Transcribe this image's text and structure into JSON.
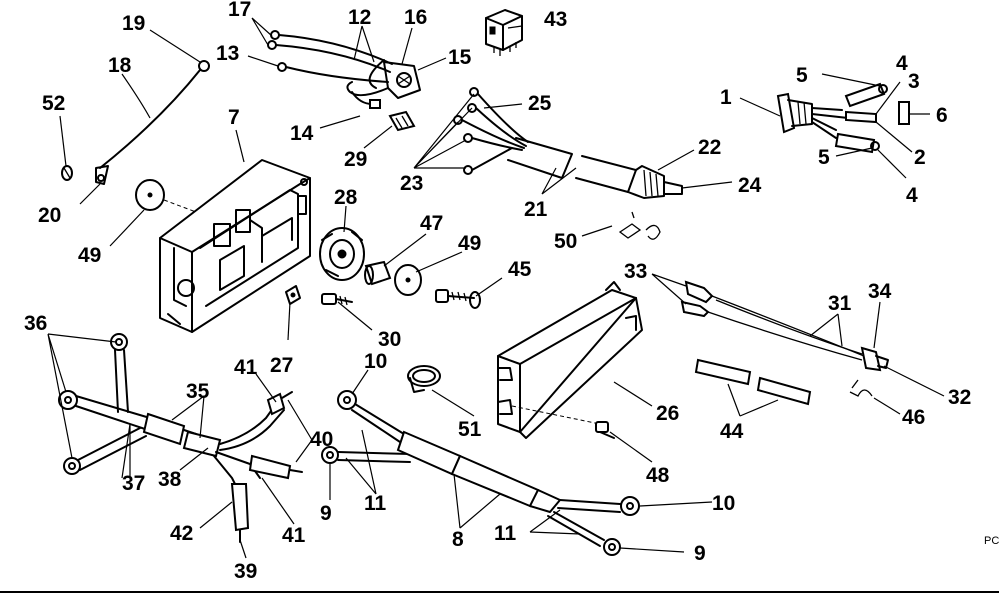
{
  "diagram": {
    "edge_text": "PC",
    "callouts": {
      "c1": "1",
      "c2": "2",
      "c3": "3",
      "c4a": "4",
      "c4b": "4",
      "c5a": "5",
      "c5b": "5",
      "c6": "6",
      "c7": "7",
      "c8": "8",
      "c9a": "9",
      "c9b": "9",
      "c10a": "10",
      "c10b": "10",
      "c11a": "11",
      "c11b": "11",
      "c12": "12",
      "c13": "13",
      "c14": "14",
      "c15": "15",
      "c16": "16",
      "c17": "17",
      "c18": "18",
      "c19": "19",
      "c20": "20",
      "c21": "21",
      "c22": "22",
      "c23": "23",
      "c24": "24",
      "c25": "25",
      "c26": "26",
      "c27": "27",
      "c28": "28",
      "c29": "29",
      "c30": "30",
      "c31": "31",
      "c32": "32",
      "c33": "33",
      "c34": "34",
      "c35": "35",
      "c36": "36",
      "c37": "37",
      "c38": "38",
      "c39": "39",
      "c40": "40",
      "c41a": "41",
      "c41b": "41",
      "c42": "42",
      "c43": "43",
      "c44": "44",
      "c45": "45",
      "c46": "46",
      "c47": "47",
      "c48": "48",
      "c49a": "49",
      "c49b": "49",
      "c50": "50",
      "c51": "51",
      "c52": "52"
    }
  }
}
